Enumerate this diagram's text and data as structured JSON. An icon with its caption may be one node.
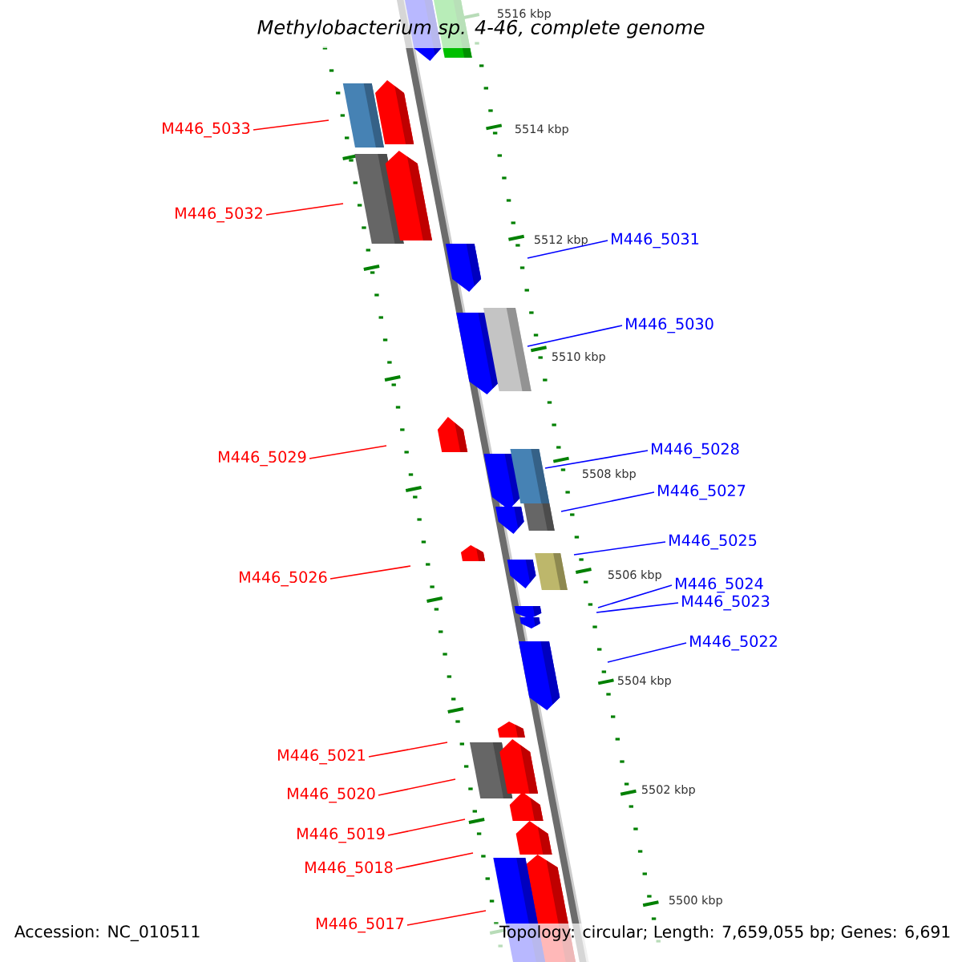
{
  "diagram": {
    "title": "Methylobacterium sp. 4-46, complete genome",
    "nodes": [
      {
        "text": [
          "M446_5033"
        ]
      },
      {
        "text": [
          "M446_5032"
        ]
      },
      {
        "text": [
          "M446_5031"
        ]
      },
      {
        "text": [
          "M446_5030"
        ]
      },
      {
        "text": [
          "M446_5028"
        ]
      },
      {
        "text": [
          "M446_5029"
        ]
      },
      {
        "text": [
          "M446_5027"
        ]
      },
      {
        "text": [
          "M446_5025"
        ]
      },
      {
        "text": [
          "M446_5024"
        ]
      },
      {
        "text": [
          "M446_5026"
        ]
      },
      {
        "text": [
          "M446_5023"
        ]
      },
      {
        "text": [
          "M446_5022"
        ]
      },
      {
        "text": [
          "M446_5021"
        ]
      },
      {
        "text": [
          "M446_5020"
        ]
      },
      {
        "text": [
          "M446_5019"
        ]
      },
      {
        "text": [
          "M446_5018"
        ]
      },
      {
        "text": [
          "M446_5017"
        ]
      }
    ],
    "edges": [
      {
        "from": 0,
        "to": null,
        "arrow": "none"
      },
      {
        "from": 1,
        "to": null,
        "arrow": "none"
      },
      {
        "from": 2,
        "to": null,
        "arrow": "none",
        "color": "#0000ff"
      },
      {
        "from": 3,
        "to": null,
        "arrow": "none",
        "color": "#0000ff"
      },
      {
        "from": 4,
        "to": null,
        "arrow": "none",
        "color": "#0000ff"
      },
      {
        "from": 5,
        "to": null,
        "arrow": "none"
      },
      {
        "from": 6,
        "to": null,
        "arrow": "none",
        "color": "#0000ff"
      },
      {
        "from": 7,
        "to": null,
        "arrow": "none",
        "color": "#0000ff"
      },
      {
        "from": 8,
        "to": null,
        "arrow": "none",
        "color": "#0000ff"
      },
      {
        "from": 9,
        "to": null,
        "arrow": "none"
      },
      {
        "from": 10,
        "to": null,
        "arrow": "none",
        "color": "#0000ff"
      },
      {
        "from": 11,
        "to": null,
        "arrow": "none",
        "color": "#0000ff"
      },
      {
        "from": 12,
        "to": null,
        "arrow": "none"
      },
      {
        "from": 13,
        "to": null,
        "arrow": "none"
      },
      {
        "from": 14,
        "to": null,
        "arrow": "none"
      },
      {
        "from": 15,
        "to": null,
        "arrow": "none"
      },
      {
        "from": 16,
        "to": null,
        "arrow": "none"
      }
    ],
    "labels": [
      "5516 kbp",
      "5514 kbp",
      "5512 kbp",
      "5510 kbp",
      "5508 kbp",
      "5506 kbp",
      "5504 kbp",
      "5502 kbp",
      "5500 kbp",
      "Accession: NC_010511",
      "Topology: circular; Length: 7,659,055 bp; Genes: 6,691"
    ]
  }
}
